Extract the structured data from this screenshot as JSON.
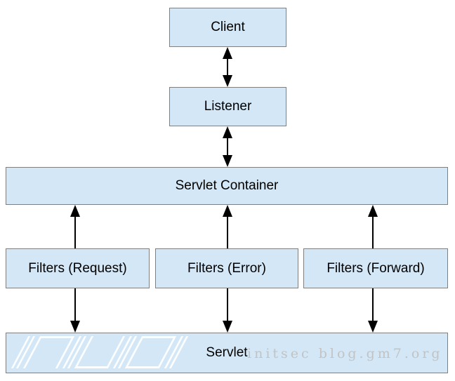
{
  "diagram": {
    "nodes": {
      "client": {
        "label": "Client"
      },
      "listener": {
        "label": "Listener"
      },
      "servlet_container": {
        "label": "Servlet Container"
      },
      "filters_request": {
        "label": "Filters (Request)"
      },
      "filters_error": {
        "label": "Filters (Error)"
      },
      "filters_forward": {
        "label": "Filters (Forward)"
      },
      "servlet": {
        "label": "Servlet"
      }
    },
    "edges": [
      {
        "from": "client",
        "to": "listener",
        "bidirectional": true
      },
      {
        "from": "listener",
        "to": "servlet_container",
        "bidirectional": true
      },
      {
        "from": "servlet_container",
        "to": "servlet",
        "via": "filters_request",
        "bidirectional": true
      },
      {
        "from": "servlet_container",
        "to": "servlet",
        "via": "filters_error",
        "bidirectional": true
      },
      {
        "from": "servlet_container",
        "to": "servlet",
        "via": "filters_forward",
        "bidirectional": true
      }
    ],
    "watermark": {
      "text": "initsec blog.gm7.org"
    },
    "colors": {
      "node_fill": "#d3e7f6",
      "node_border": "#7f7f7f",
      "arrow": "#000000",
      "watermark_text": "#c3c3c3"
    }
  }
}
